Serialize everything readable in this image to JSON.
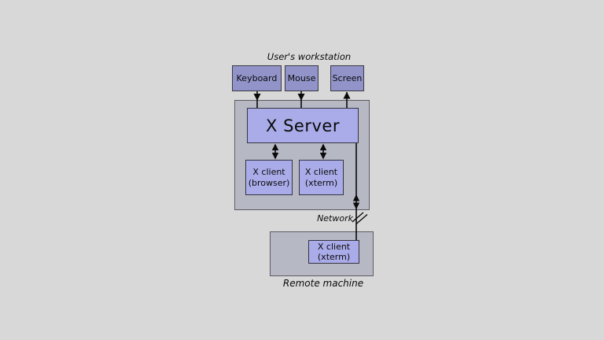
{
  "colors": {
    "background": "#d8d8d8",
    "container_fill": "#b6b8c4",
    "container_border": "#5c5c64",
    "device_fill": "#9193c9",
    "device_border": "#3a3a44",
    "client_fill": "#aaace9",
    "client_border": "#34343e",
    "line_color": "#0a0a0a",
    "text_color": "#0a0a0a"
  },
  "diagram": {
    "workstation": {
      "label": "User's workstation",
      "devices": [
        {
          "label": "Keyboard"
        },
        {
          "label": "Mouse"
        },
        {
          "label": "Screen"
        }
      ],
      "server": {
        "label": "X Server"
      },
      "clients": [
        {
          "line1": "X client",
          "line2": "(browser)"
        },
        {
          "line1": "X client",
          "line2": "(xterm)"
        }
      ]
    },
    "network": {
      "label": "Network"
    },
    "remote": {
      "label": "Remote machine",
      "client": {
        "line1": "X client",
        "line2": "(xterm)"
      }
    }
  }
}
